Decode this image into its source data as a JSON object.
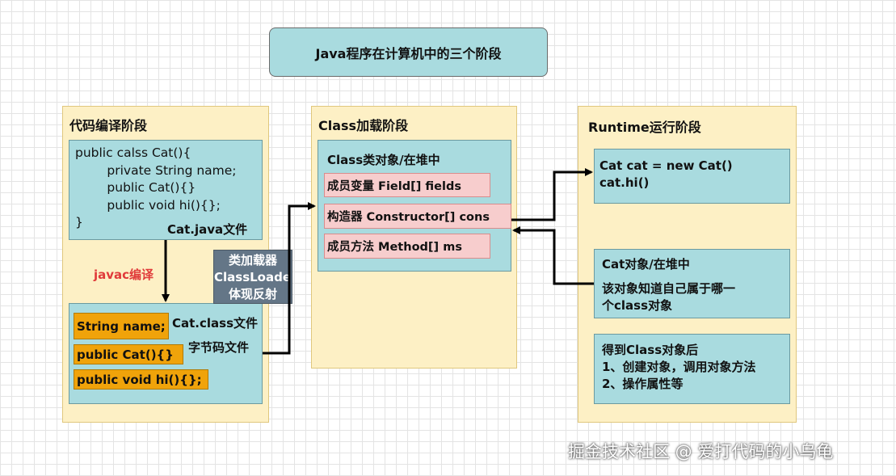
{
  "title": "Java程序在计算机中的三个阶段",
  "stages": {
    "compile": {
      "label": "代码编译阶段",
      "source_code": [
        "public calss Cat(){",
        "        private String name;",
        "        public Cat(){}",
        "        public void hi(){};",
        "}"
      ],
      "source_file": "Cat.java文件",
      "javac": "javac编译",
      "bytecode_items": [
        "String name;",
        "public Cat(){}",
        "public void hi(){};"
      ],
      "class_file": "Cat.class文件",
      "bytecode_label": "字节码文件"
    },
    "classload": {
      "label": "Class加载阶段",
      "class_object": "Class类对象/在堆中",
      "members": [
        "成员变量 Field[] fields",
        "构造器 Constructor[] cons",
        "成员方法 Method[] ms"
      ]
    },
    "runtime": {
      "label": "Runtime运行阶段",
      "code": [
        "Cat cat =  new Cat()",
        "cat.hi()"
      ],
      "object": [
        "Cat对象/在堆中",
        "该对象知道自己属于哪一",
        "个class对象"
      ],
      "after": [
        "得到Class对象后",
        "1、创建对象，调用对象方法",
        "2、操作属性等"
      ]
    }
  },
  "classloader": [
    "类加载器",
    "ClassLoader",
    "体现反射"
  ],
  "watermark": "掘金技术社区 @ 爱打代码的小乌龟",
  "colors": {
    "stage_bg": "#fdf0c5",
    "box_teal": "#a9dbdf",
    "box_pink": "#f7cdcd",
    "box_orange": "#f0a30a",
    "loader_bg": "#647687",
    "javac_red": "#e03a3a"
  }
}
